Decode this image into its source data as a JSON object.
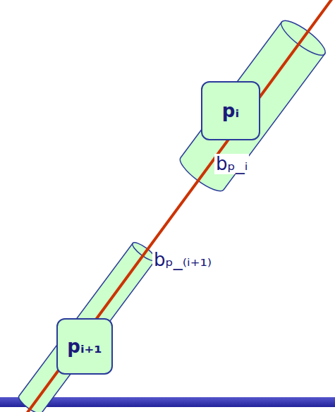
{
  "diagram": {
    "nodes": [
      {
        "text": [
          "pᵢ"
        ]
      },
      {
        "text": [
          "pᵢ₊₁"
        ]
      }
    ],
    "labels": [
      "bₚ_ᵢ",
      "bₚ_₍ᵢ₊₁₎"
    ]
  }
}
